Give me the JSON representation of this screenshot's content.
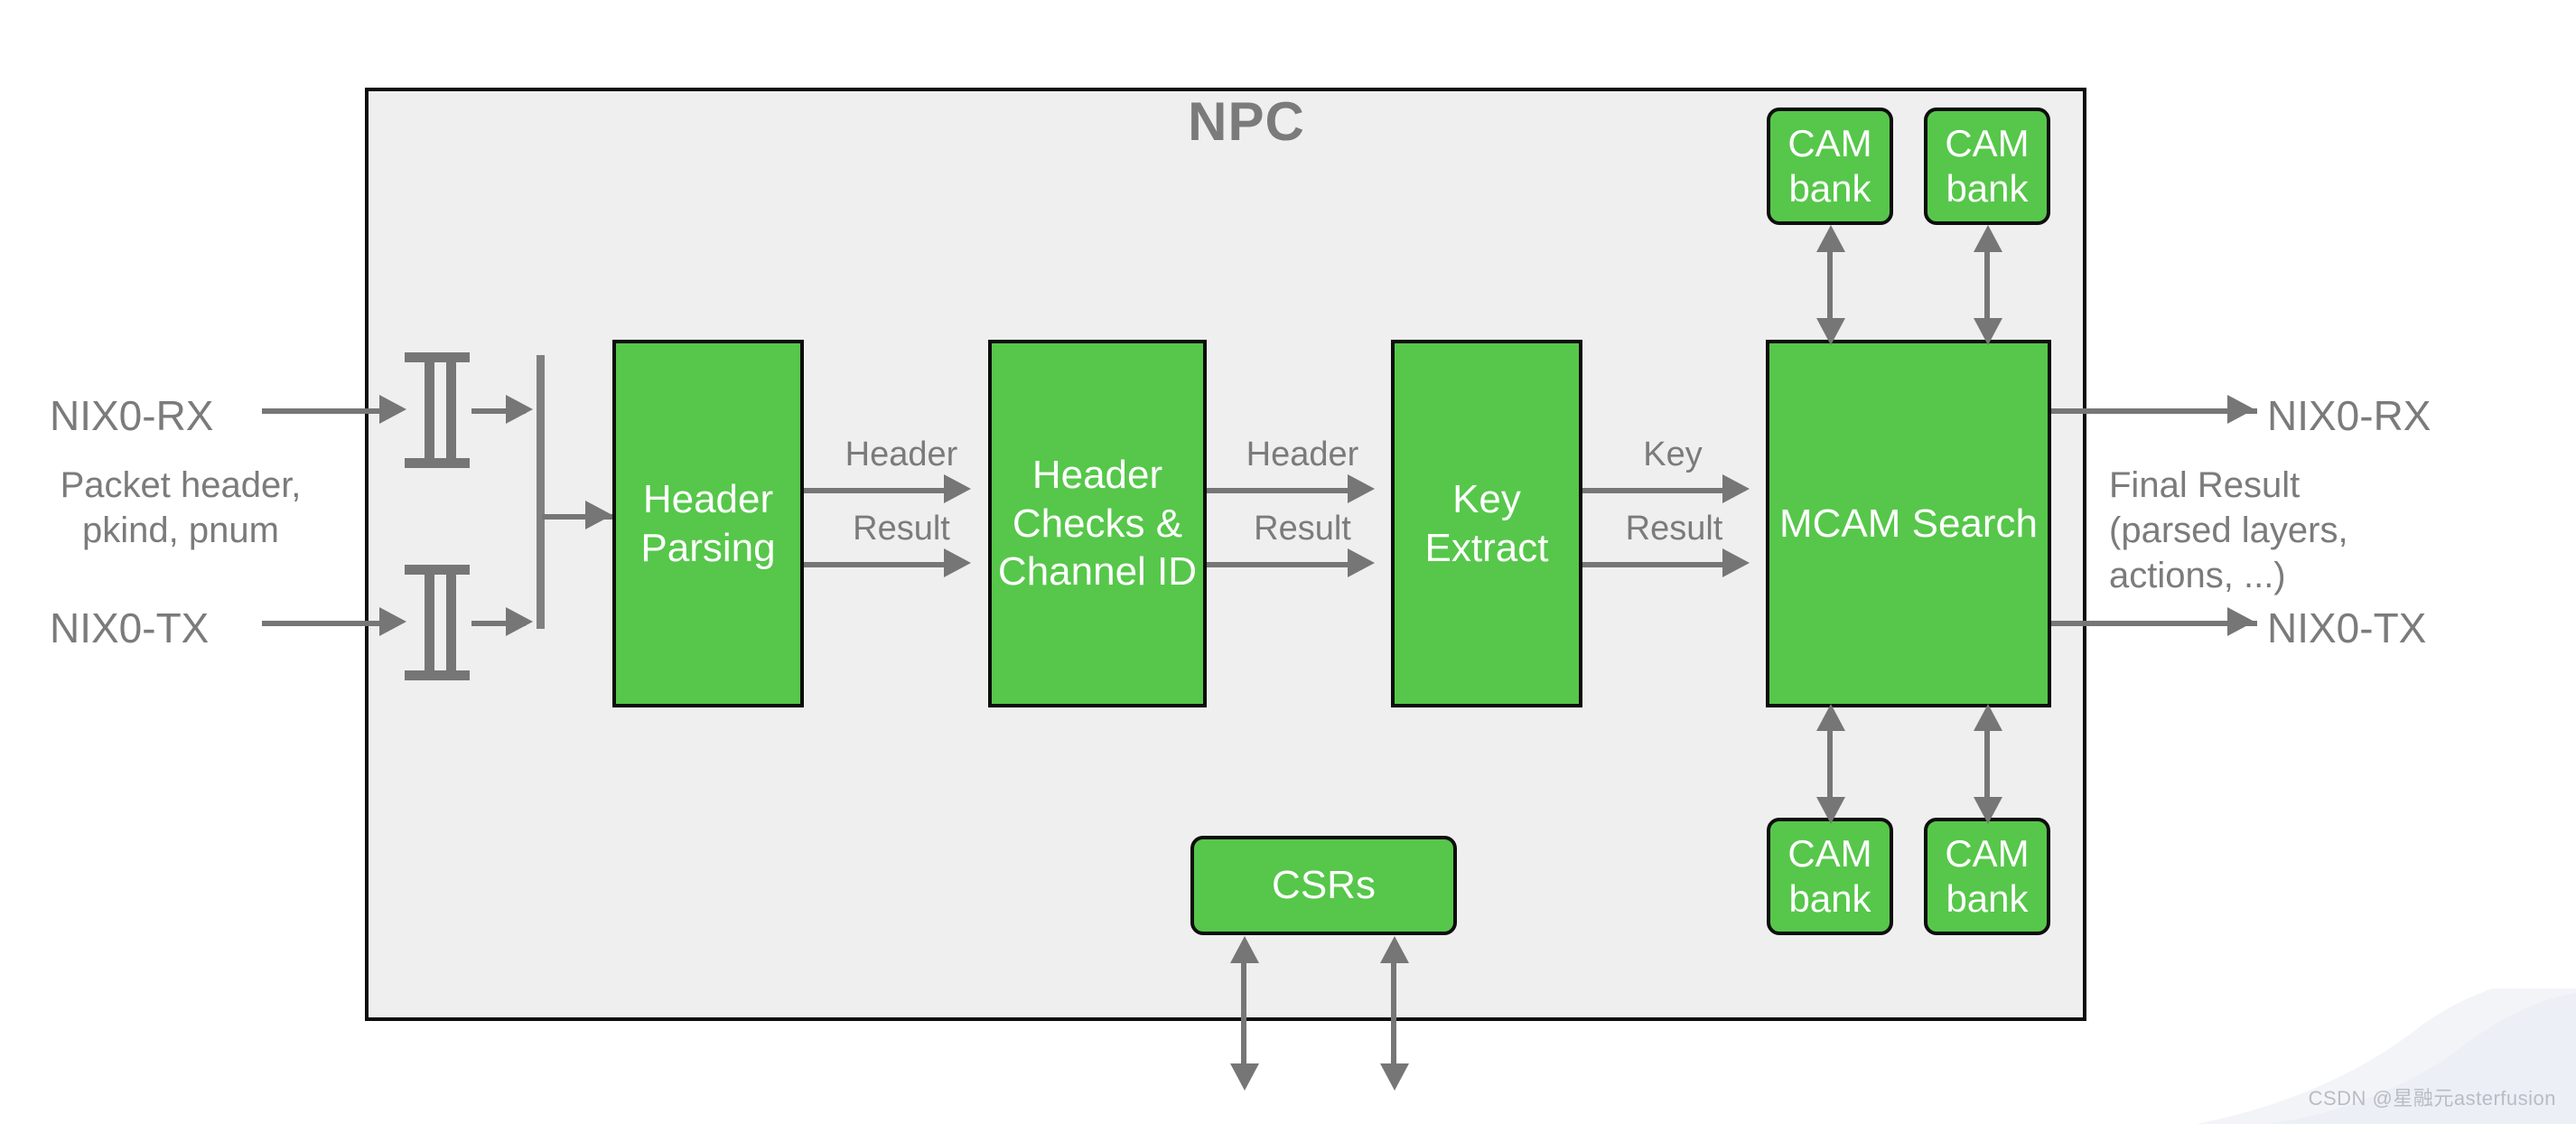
{
  "diagram": {
    "title": "NPC",
    "container_label": "NPC",
    "colors": {
      "block_green": "#56c74a",
      "block_border": "#0d0d0d",
      "container_fill": "#efefef",
      "text_gray": "#7b7b7b",
      "connector_gray": "#767676",
      "block_text": "#ffffff"
    }
  },
  "inputs": {
    "rx_label": "NIX0-RX",
    "tx_label": "NIX0-TX",
    "note": "Packet header,\npkind, pnum"
  },
  "outputs": {
    "rx_label": "NIX0-RX",
    "tx_label": "NIX0-TX",
    "note": "Final Result\n(parsed layers,\nactions, ...)"
  },
  "pipeline": [
    {
      "id": "header-parsing",
      "label": "Header\nParsing"
    },
    {
      "id": "header-checks",
      "label": "Header\nChecks &\nChannel\nID"
    },
    {
      "id": "key-extract",
      "label": "Key\nExtract"
    },
    {
      "id": "mcam-search",
      "label": "MCAM\nSearch"
    }
  ],
  "flow_labels": {
    "stage1_top": "Header",
    "stage1_bottom": "Result",
    "stage2_top": "Header",
    "stage2_bottom": "Result",
    "stage3_top": "Key",
    "stage3_bottom": "Result"
  },
  "cam_banks": [
    {
      "id": "cam-top-left",
      "label": "CAM\nbank"
    },
    {
      "id": "cam-top-right",
      "label": "CAM\nbank"
    },
    {
      "id": "cam-bottom-left",
      "label": "CAM\nbank"
    },
    {
      "id": "cam-bottom-right",
      "label": "CAM\nbank"
    }
  ],
  "csrs": {
    "label": "CSRs"
  },
  "watermark": {
    "text": "CSDN @星融元asterfusion"
  }
}
